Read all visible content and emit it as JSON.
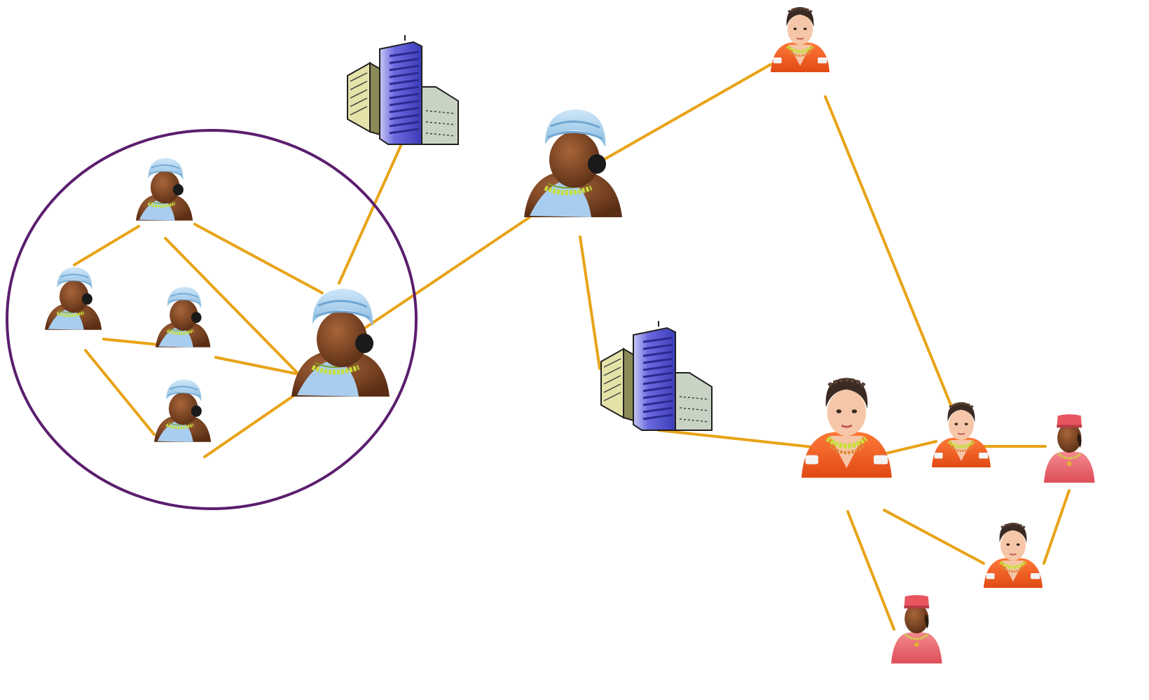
{
  "diagram": {
    "colors": {
      "edge": "#E8A317",
      "group_circle": "#5B1E6E",
      "skin_dark": "#6B3A1E",
      "skin_light": "#B98A6E",
      "turban": "#9CC9EA",
      "wrap": "#A9CDEE",
      "orange_top": "#F05A22",
      "hair": "#3A2A22",
      "beads": "#C6E03A",
      "red_uniform": "#E8555E",
      "tower": "#5B5BD6",
      "building_left": "#E4E2A8",
      "building_right": "#C9D3C4"
    },
    "nodes": [
      {
        "id": "g1",
        "kind": "person-blue"
      },
      {
        "id": "g2",
        "kind": "person-blue"
      },
      {
        "id": "g3",
        "kind": "person-blue"
      },
      {
        "id": "g4",
        "kind": "person-blue"
      },
      {
        "id": "g5",
        "kind": "person-blue"
      },
      {
        "id": "c1",
        "kind": "person-blue"
      },
      {
        "id": "b1",
        "kind": "building"
      },
      {
        "id": "b2",
        "kind": "building"
      },
      {
        "id": "o1",
        "kind": "person-orange"
      },
      {
        "id": "o2",
        "kind": "person-orange"
      },
      {
        "id": "o3",
        "kind": "person-orange"
      },
      {
        "id": "o4",
        "kind": "person-orange"
      },
      {
        "id": "r1",
        "kind": "person-red"
      },
      {
        "id": "r2",
        "kind": "person-red"
      }
    ],
    "edges": [
      [
        "g1",
        "g2"
      ],
      [
        "g1",
        "g5"
      ],
      [
        "g1",
        "g5b"
      ],
      [
        "g2",
        "g3"
      ],
      [
        "g2",
        "g4"
      ],
      [
        "g3",
        "g5"
      ],
      [
        "g4",
        "g5"
      ],
      [
        "g5",
        "b1"
      ],
      [
        "g5",
        "c1"
      ],
      [
        "c1",
        "o1"
      ],
      [
        "c1",
        "b2"
      ],
      [
        "b2",
        "o2"
      ],
      [
        "o1",
        "o3"
      ],
      [
        "o2",
        "o3"
      ],
      [
        "o3",
        "r1"
      ],
      [
        "o2",
        "o4"
      ],
      [
        "r1",
        "o4"
      ],
      [
        "o2",
        "r2"
      ]
    ]
  }
}
